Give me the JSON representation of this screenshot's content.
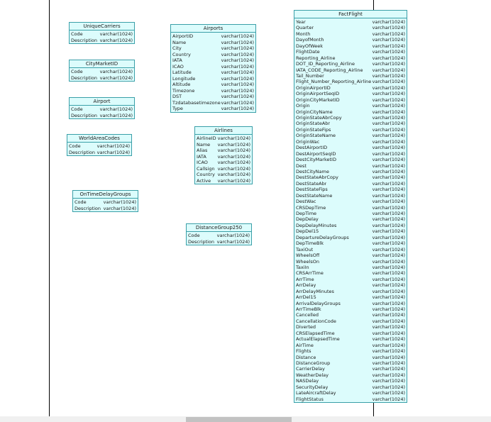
{
  "tables": [
    {
      "id": "unique-carriers",
      "title": "UniqueCarriers",
      "columns": [
        [
          "Code",
          "varchar(1024)"
        ],
        [
          "Description",
          "varchar(1024)"
        ]
      ]
    },
    {
      "id": "city-market-id",
      "title": "CityMarketID",
      "columns": [
        [
          "Code",
          "varchar(1024)"
        ],
        [
          "Description",
          "varchar(1024)"
        ]
      ]
    },
    {
      "id": "airport",
      "title": "Airport",
      "columns": [
        [
          "Code",
          "varchar(1024)"
        ],
        [
          "Description",
          "varchar(1024)"
        ]
      ]
    },
    {
      "id": "world-area-codes",
      "title": "WorldAreaCodes",
      "columns": [
        [
          "Code",
          "varchar(1024)"
        ],
        [
          "Description",
          "varchar(1024)"
        ]
      ]
    },
    {
      "id": "on-time-delay-groups",
      "title": "OnTimeDelayGroups",
      "columns": [
        [
          "Code",
          "varchar(1024)"
        ],
        [
          "Description",
          "varchar(1024)"
        ]
      ]
    },
    {
      "id": "airports",
      "title": "Airports",
      "columns": [
        [
          "AirportID",
          "varchar(1024)"
        ],
        [
          "Name",
          "varchar(1024)"
        ],
        [
          "City",
          "varchar(1024)"
        ],
        [
          "Country",
          "varchar(1024)"
        ],
        [
          "IATA",
          "varchar(1024)"
        ],
        [
          "ICAO",
          "varchar(1024)"
        ],
        [
          "Latitude",
          "varchar(1024)"
        ],
        [
          "Longitude",
          "varchar(1024)"
        ],
        [
          "Altitude",
          "varchar(1024)"
        ],
        [
          "Timezone",
          "varchar(1024)"
        ],
        [
          "DST",
          "varchar(1024)"
        ],
        [
          "Tzdatabasetimezone",
          "varchar(1024)"
        ],
        [
          "Type",
          "varchar(1024)"
        ]
      ]
    },
    {
      "id": "airlines",
      "title": "Airlines",
      "columns": [
        [
          "AirlineID",
          "varchar(1024)"
        ],
        [
          "Name",
          "varchar(1024)"
        ],
        [
          "Alias",
          "varchar(1024)"
        ],
        [
          "IATA",
          "varchar(1024)"
        ],
        [
          "ICAO",
          "varchar(1024)"
        ],
        [
          "Callsign",
          "varchar(1024)"
        ],
        [
          "Country",
          "varchar(1024)"
        ],
        [
          "Active",
          "varchar(1024)"
        ]
      ]
    },
    {
      "id": "distance-group-250",
      "title": "DistanceGroup250",
      "columns": [
        [
          "Code",
          "varchar(1024)"
        ],
        [
          "Description",
          "varchar(1024)"
        ]
      ]
    },
    {
      "id": "fact-flight",
      "title": "FactFlight",
      "columns": [
        [
          "Year",
          "varchar(1024)"
        ],
        [
          "Quarter",
          "varchar(1024)"
        ],
        [
          "Month",
          "varchar(1024)"
        ],
        [
          "DayofMonth",
          "varchar(1024)"
        ],
        [
          "DayOfWeek",
          "varchar(1024)"
        ],
        [
          "FlightDate",
          "varchar(1024)"
        ],
        [
          "Reporting_Airline",
          "varchar(1024)"
        ],
        [
          "DOT_ID_Reporting_Airline",
          "varchar(1024)"
        ],
        [
          "IATA_CODE_Reporting_Airline",
          "varchar(1024)"
        ],
        [
          "Tail_Number",
          "varchar(1024)"
        ],
        [
          "Flight_Number_Reporting_Airline",
          "varchar(1024)"
        ],
        [
          "OriginAirportID",
          "varchar(1024)"
        ],
        [
          "OriginAirportSeqID",
          "varchar(1024)"
        ],
        [
          "OriginCityMarketID",
          "varchar(1024)"
        ],
        [
          "Origin",
          "varchar(1024)"
        ],
        [
          "OriginCityName",
          "varchar(1024)"
        ],
        [
          "OriginStateAbrCopy",
          "varchar(1024)"
        ],
        [
          "OriginStateAbr",
          "varchar(1024)"
        ],
        [
          "OriginStateFips",
          "varchar(1024)"
        ],
        [
          "OriginStateName",
          "varchar(1024)"
        ],
        [
          "OriginWac",
          "varchar(1024)"
        ],
        [
          "DestAirportID",
          "varchar(1024)"
        ],
        [
          "DestAirportSeqID",
          "varchar(1024)"
        ],
        [
          "DestCityMarketID",
          "varchar(1024)"
        ],
        [
          "Dest",
          "varchar(1024)"
        ],
        [
          "DestCityName",
          "varchar(1024)"
        ],
        [
          "DestStateAbrCopy",
          "varchar(1024)"
        ],
        [
          "DestStateAbr",
          "varchar(1024)"
        ],
        [
          "DestStateFips",
          "varchar(1024)"
        ],
        [
          "DestStateName",
          "varchar(1024)"
        ],
        [
          "DestWac",
          "varchar(1024)"
        ],
        [
          "CRSDepTime",
          "varchar(1024)"
        ],
        [
          "DepTime",
          "varchar(1024)"
        ],
        [
          "DepDelay",
          "varchar(1024)"
        ],
        [
          "DepDelayMinutes",
          "varchar(1024)"
        ],
        [
          "DepDel15",
          "varchar(1024)"
        ],
        [
          "DepartureDelayGroups",
          "varchar(1024)"
        ],
        [
          "DepTimeBlk",
          "varchar(1024)"
        ],
        [
          "TaxiOut",
          "varchar(1024)"
        ],
        [
          "WheelsOff",
          "varchar(1024)"
        ],
        [
          "WheelsOn",
          "varchar(1024)"
        ],
        [
          "TaxiIn",
          "varchar(1024)"
        ],
        [
          "CRSArrTime",
          "varchar(1024)"
        ],
        [
          "ArrTime",
          "varchar(1024)"
        ],
        [
          "ArrDelay",
          "varchar(1024)"
        ],
        [
          "ArrDelayMinutes",
          "varchar(1024)"
        ],
        [
          "ArrDel15",
          "varchar(1024)"
        ],
        [
          "ArrivalDelayGroups",
          "varchar(1024)"
        ],
        [
          "ArrTimeBlk",
          "varchar(1024)"
        ],
        [
          "Cancelled",
          "varchar(1024)"
        ],
        [
          "CancellationCode",
          "varchar(1024)"
        ],
        [
          "Diverted",
          "varchar(1024)"
        ],
        [
          "CRSElapsedTime",
          "varchar(1024)"
        ],
        [
          "ActualElapsedTime",
          "varchar(1024)"
        ],
        [
          "AirTime",
          "varchar(1024)"
        ],
        [
          "Flights",
          "varchar(1024)"
        ],
        [
          "Distance",
          "varchar(1024)"
        ],
        [
          "DistanceGroup",
          "varchar(1024)"
        ],
        [
          "CarrierDelay",
          "varchar(1024)"
        ],
        [
          "WeatherDelay",
          "varchar(1024)"
        ],
        [
          "NASDelay",
          "varchar(1024)"
        ],
        [
          "SecurityDelay",
          "varchar(1024)"
        ],
        [
          "LateAircraftDelay",
          "varchar(1024)"
        ],
        [
          "FlightStatus",
          "varchar(1024)"
        ]
      ]
    }
  ]
}
